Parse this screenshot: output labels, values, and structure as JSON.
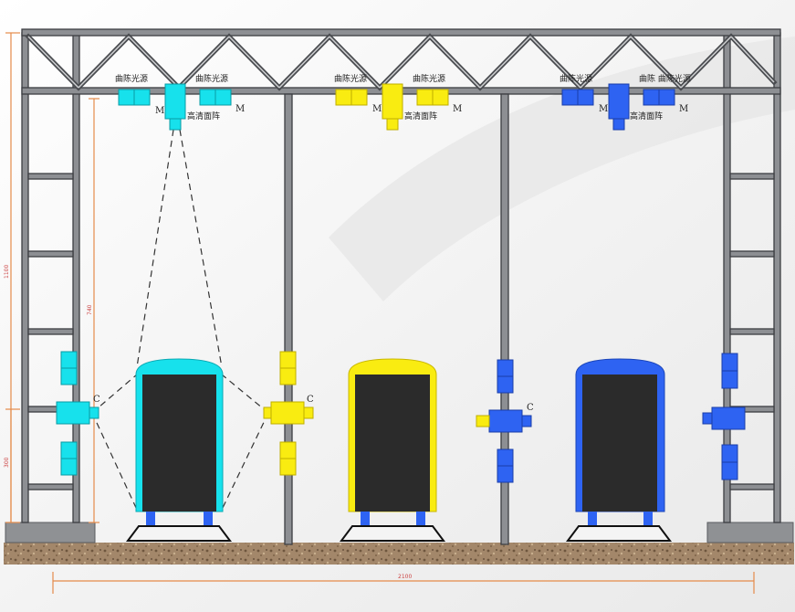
{
  "colors": {
    "cyan": "#17e1ec",
    "yellow": "#f9ec11",
    "blue": "#2e63f2",
    "frame": "#8d8f93",
    "frame_dark": "#3c3e42",
    "ground": "#a3876a",
    "dimension": "#e58b4a",
    "tank_body": "#2b2b2b"
  },
  "labels": {
    "top_left_a": "曲陈光源",
    "top_right_a": "曲陈光源",
    "bottom_a": "高清面阵",
    "top_left_b": "曲陈光源",
    "top_right_b": "曲陈光源",
    "bottom_b": "高清面阵",
    "top_left_c": "曲陈光源",
    "top_right_c": "曲陈 曲陈光源",
    "bottom_c": "高清面阵",
    "motor": "M",
    "camera": "C"
  },
  "dimensions": {
    "left_total": "1100",
    "left_inner": "740",
    "left_lower": "300",
    "bottom_width": "2100"
  },
  "icons": [
    "light-source-icon",
    "camera-icon",
    "tank-icon",
    "truss-icon"
  ]
}
